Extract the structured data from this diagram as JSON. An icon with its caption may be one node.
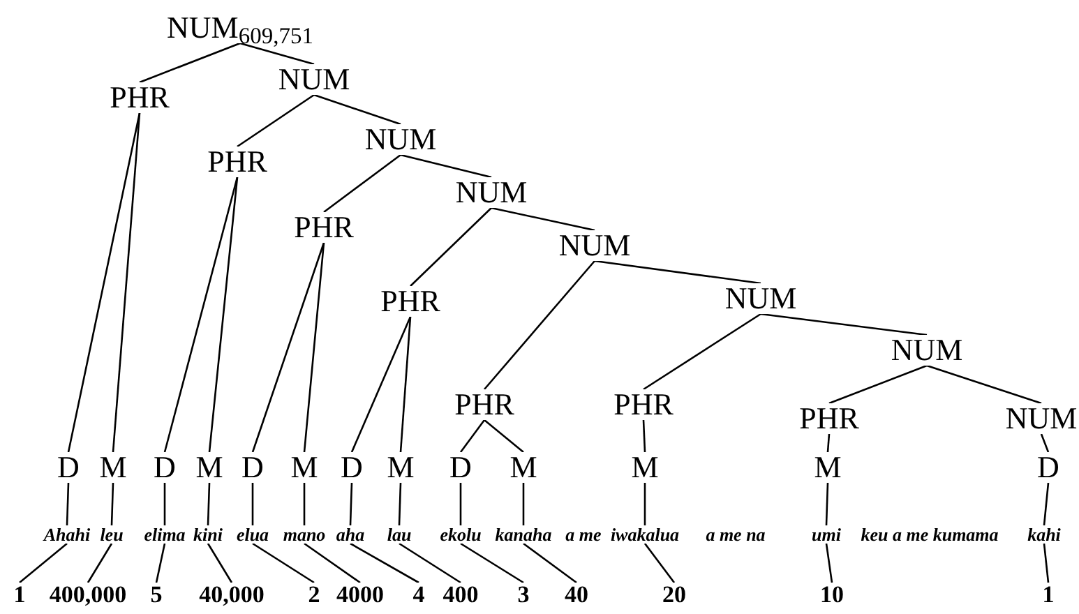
{
  "diagram": {
    "nodes": [
      {
        "text": [
          "NUM$_{609,751}$"
        ]
      },
      {
        "text": [
          "PHR"
        ]
      },
      {
        "text": [
          "NUM"
        ]
      },
      {
        "text": [
          "PHR"
        ]
      },
      {
        "text": [
          "NUM"
        ]
      },
      {
        "text": [
          "PHR"
        ]
      },
      {
        "text": [
          "NUM"
        ]
      },
      {
        "text": [
          "PHR"
        ]
      },
      {
        "text": [
          "NUM"
        ]
      },
      {
        "text": [
          "PHR"
        ]
      },
      {
        "text": [
          "NUM"
        ]
      },
      {
        "text": [
          "PHR"
        ]
      },
      {
        "text": [
          "NUM"
        ]
      },
      {
        "text": [
          "PHR"
        ]
      },
      {
        "text": [
          "NUM"
        ]
      },
      {
        "text": [
          "D"
        ]
      },
      {
        "text": [
          "M"
        ]
      },
      {
        "text": [
          "D"
        ]
      },
      {
        "text": [
          "M"
        ]
      },
      {
        "text": [
          "D"
        ]
      },
      {
        "text": [
          "M"
        ]
      },
      {
        "text": [
          "D"
        ]
      },
      {
        "text": [
          "M"
        ]
      },
      {
        "text": [
          "D"
        ]
      },
      {
        "text": [
          "M"
        ]
      },
      {
        "text": [
          "M"
        ]
      },
      {
        "text": [
          "M"
        ]
      },
      {
        "text": [
          "D"
        ]
      },
      {
        "text": [
          "Ahahi"
        ]
      },
      {
        "text": [
          "leu"
        ]
      },
      {
        "text": [
          "elima"
        ]
      },
      {
        "text": [
          "kini"
        ]
      },
      {
        "text": [
          "elua"
        ]
      },
      {
        "text": [
          "mano"
        ]
      },
      {
        "text": [
          "aha"
        ]
      },
      {
        "text": [
          "lau"
        ]
      },
      {
        "text": [
          "ekolu"
        ]
      },
      {
        "text": [
          "kanaha"
        ]
      },
      {
        "text": [
          "iwakalua"
        ]
      },
      {
        "text": [
          "umi"
        ]
      },
      {
        "text": [
          "kahi"
        ]
      },
      {
        "text": [
          "1"
        ]
      },
      {
        "text": [
          "400,000"
        ]
      },
      {
        "text": [
          "5"
        ]
      },
      {
        "text": [
          "40,000"
        ]
      },
      {
        "text": [
          "2"
        ]
      },
      {
        "text": [
          "4000"
        ]
      },
      {
        "text": [
          "4"
        ]
      },
      {
        "text": [
          "400"
        ]
      },
      {
        "text": [
          "3"
        ]
      },
      {
        "text": [
          "40"
        ]
      },
      {
        "text": [
          "20"
        ]
      },
      {
        "text": [
          "10"
        ]
      },
      {
        "text": [
          "1"
        ]
      }
    ],
    "edges": [
      {
        "from": 0,
        "to": 1,
        "arrow": "none"
      },
      {
        "from": 0,
        "to": 2,
        "arrow": "none"
      },
      {
        "from": 1,
        "to": 15,
        "arrow": "none"
      },
      {
        "from": 1,
        "to": 16,
        "arrow": "none"
      },
      {
        "from": 2,
        "to": 3,
        "arrow": "none"
      },
      {
        "from": 2,
        "to": 4,
        "arrow": "none"
      },
      {
        "from": 3,
        "to": 17,
        "arrow": "none"
      },
      {
        "from": 3,
        "to": 18,
        "arrow": "none"
      },
      {
        "from": 4,
        "to": 5,
        "arrow": "none"
      },
      {
        "from": 4,
        "to": 6,
        "arrow": "none"
      },
      {
        "from": 5,
        "to": 19,
        "arrow": "none"
      },
      {
        "from": 5,
        "to": 20,
        "arrow": "none"
      },
      {
        "from": 6,
        "to": 7,
        "arrow": "none"
      },
      {
        "from": 6,
        "to": 8,
        "arrow": "none"
      },
      {
        "from": 7,
        "to": 21,
        "arrow": "none"
      },
      {
        "from": 7,
        "to": 22,
        "arrow": "none"
      },
      {
        "from": 8,
        "to": 9,
        "arrow": "none"
      },
      {
        "from": 8,
        "to": 10,
        "arrow": "none"
      },
      {
        "from": 9,
        "to": 23,
        "arrow": "none"
      },
      {
        "from": 9,
        "to": 24,
        "arrow": "none"
      },
      {
        "from": 10,
        "to": 11,
        "arrow": "none"
      },
      {
        "from": 10,
        "to": 12,
        "arrow": "none"
      },
      {
        "from": 11,
        "to": 25,
        "arrow": "none"
      },
      {
        "from": 12,
        "to": 13,
        "arrow": "none"
      },
      {
        "from": 12,
        "to": 14,
        "arrow": "none"
      },
      {
        "from": 13,
        "to": 26,
        "arrow": "none"
      },
      {
        "from": 14,
        "to": 27,
        "arrow": "none"
      },
      {
        "from": 15,
        "to": 28,
        "arrow": "none"
      },
      {
        "from": 16,
        "to": 29,
        "arrow": "none"
      },
      {
        "from": 17,
        "to": 30,
        "arrow": "none"
      },
      {
        "from": 18,
        "to": 31,
        "arrow": "none"
      },
      {
        "from": 19,
        "to": 32,
        "arrow": "none"
      },
      {
        "from": 20,
        "to": 33,
        "arrow": "none"
      },
      {
        "from": 21,
        "to": 34,
        "arrow": "none"
      },
      {
        "from": 22,
        "to": 35,
        "arrow": "none"
      },
      {
        "from": 23,
        "to": 36,
        "arrow": "none"
      },
      {
        "from": 24,
        "to": 37,
        "arrow": "none"
      },
      {
        "from": 25,
        "to": 38,
        "arrow": "none"
      },
      {
        "from": 26,
        "to": 39,
        "arrow": "none"
      },
      {
        "from": 27,
        "to": 40,
        "arrow": "none"
      },
      {
        "from": 28,
        "to": 41,
        "arrow": "none"
      },
      {
        "from": 29,
        "to": 42,
        "arrow": "none"
      },
      {
        "from": 30,
        "to": 43,
        "arrow": "none"
      },
      {
        "from": 31,
        "to": 44,
        "arrow": "none"
      },
      {
        "from": 32,
        "to": 45,
        "arrow": "none"
      },
      {
        "from": 33,
        "to": 46,
        "arrow": "none"
      },
      {
        "from": 34,
        "to": 47,
        "arrow": "none"
      },
      {
        "from": 35,
        "to": 48,
        "arrow": "none"
      },
      {
        "from": 36,
        "to": 49,
        "arrow": "none"
      },
      {
        "from": 37,
        "to": 50,
        "arrow": "none"
      },
      {
        "from": 38,
        "to": 51,
        "arrow": "none"
      },
      {
        "from": 39,
        "to": 52,
        "arrow": "none"
      },
      {
        "from": 40,
        "to": 53,
        "arrow": "none"
      }
    ],
    "labels": [
      "a me",
      "a me na",
      "keu a me kumama"
    ]
  }
}
